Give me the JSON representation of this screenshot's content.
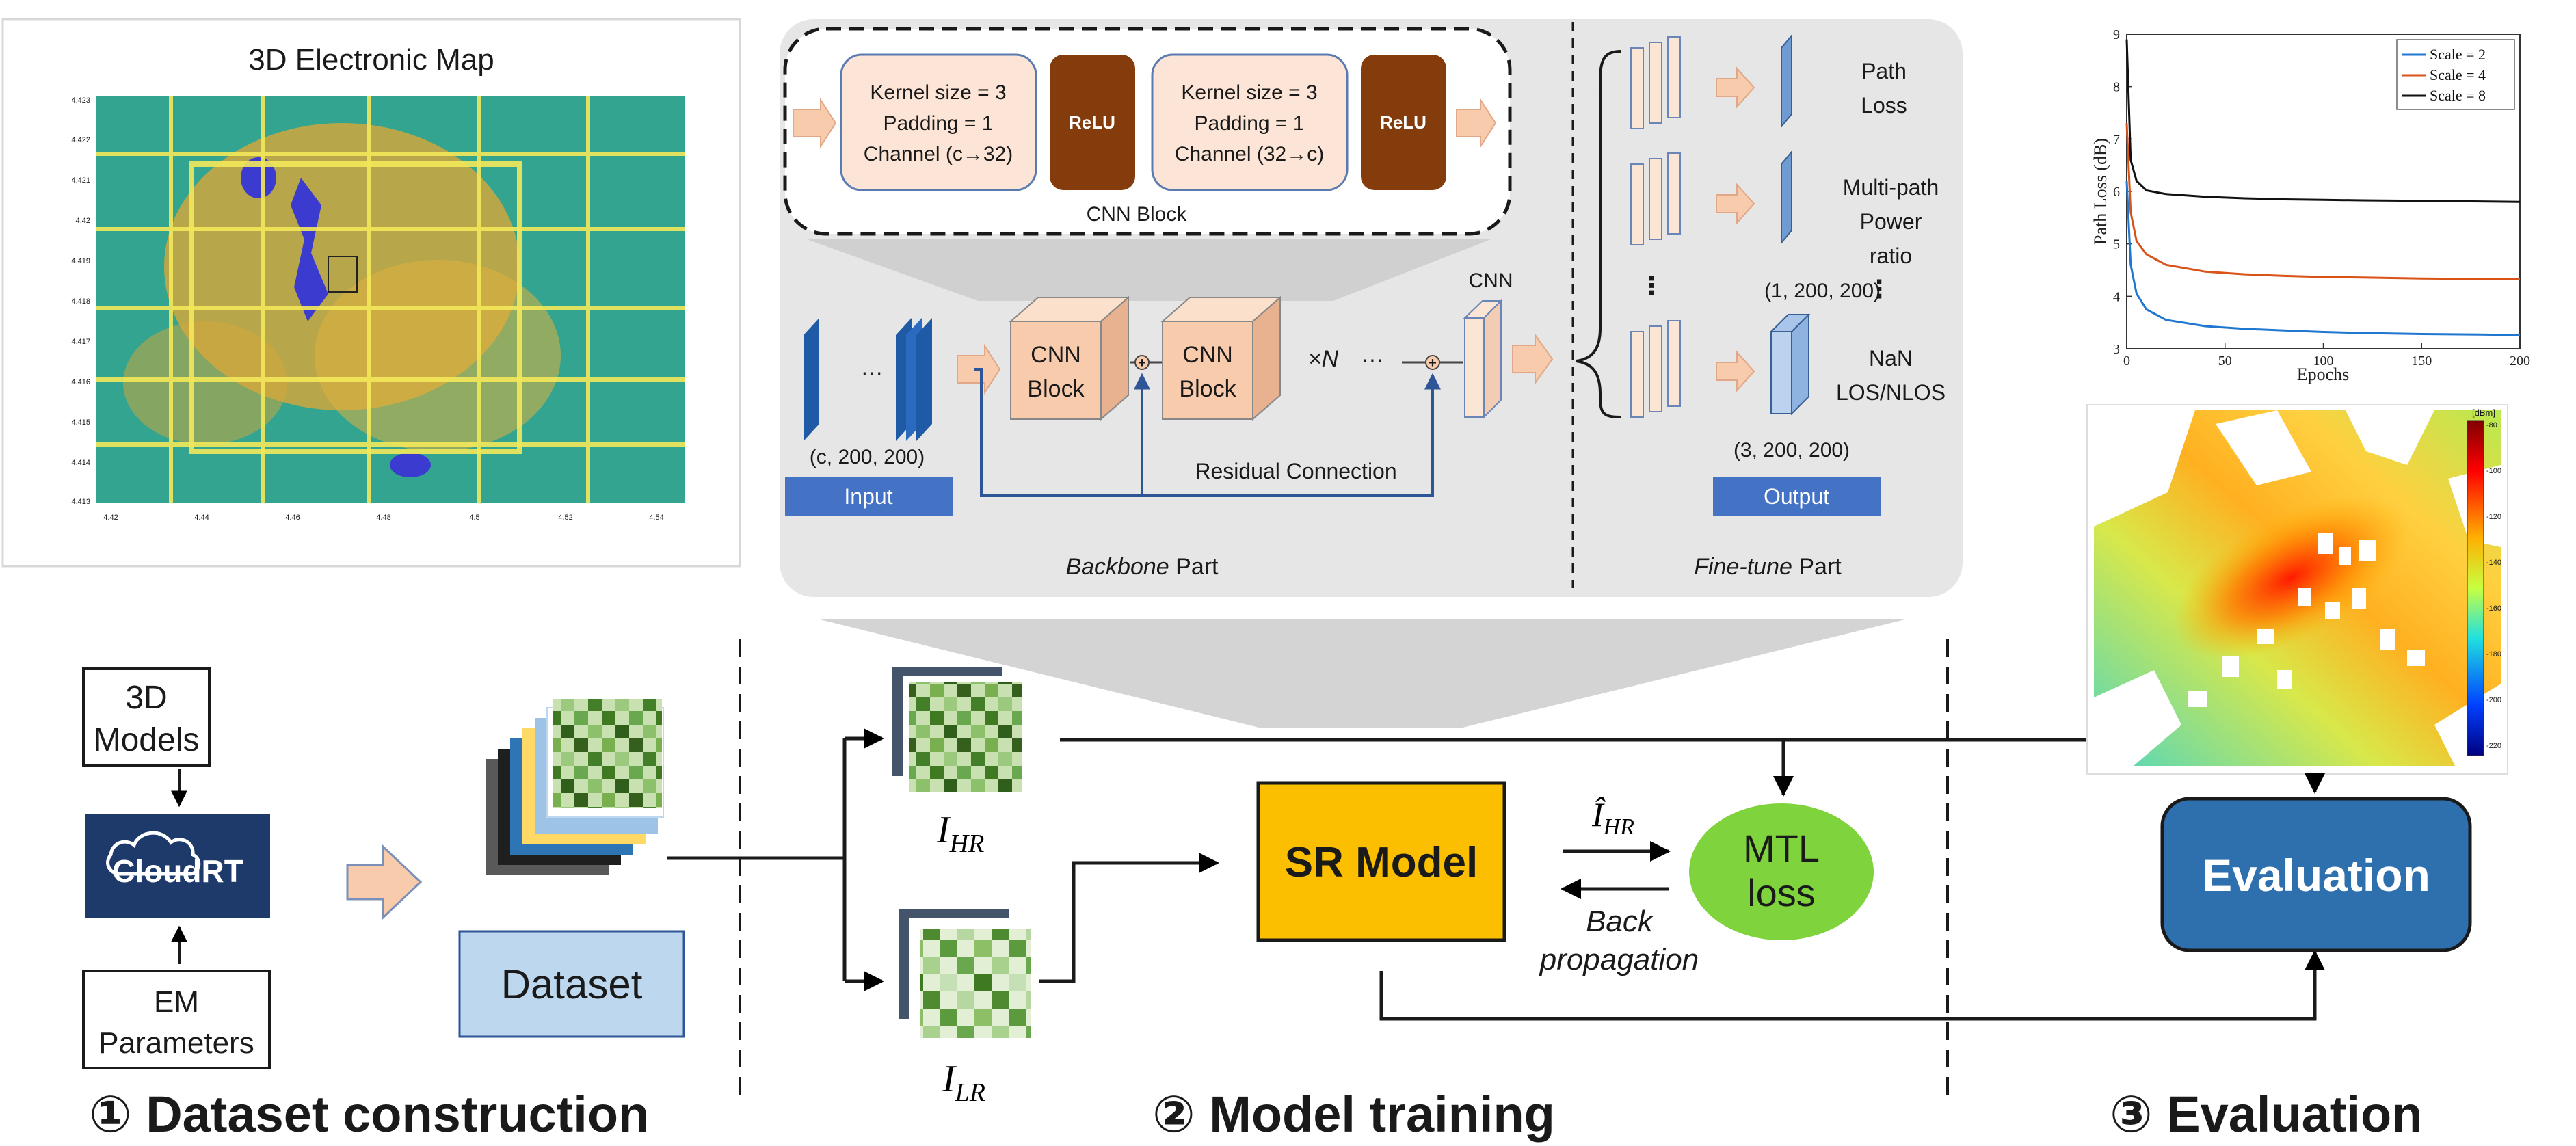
{
  "map_panel": {
    "title": "3D Electronic Map",
    "y_ticks": [
      "4.423",
      "4.422",
      "4.421",
      "4.42",
      "4.419",
      "4.418",
      "4.417",
      "4.416",
      "4.415",
      "4.414",
      "4.413"
    ],
    "x_ticks": [
      "4.42",
      "4.44",
      "4.46",
      "4.48",
      "4.5",
      "4.52",
      "4.54"
    ]
  },
  "architecture": {
    "cnn_block": {
      "conv1_kernel": "Kernel size = 3",
      "conv1_padding": "Padding = 1",
      "conv1_channel": "Channel (c→32)",
      "relu1": "ReLU",
      "conv2_kernel": "Kernel size = 3",
      "conv2_padding": "Padding = 1",
      "conv2_channel": "Channel (32→c)",
      "relu2": "ReLU",
      "label": "CNN Block"
    },
    "backbone": {
      "input_dims": "(c, 200, 200)",
      "input_label": "Input",
      "ellipsis": "···",
      "block1": [
        "CNN",
        "Block"
      ],
      "block2": [
        "CNN",
        "Block"
      ],
      "repeat": "×N",
      "repeat_ellipsis": "···",
      "plus": "+",
      "cnn_label": "CNN",
      "residual": "Residual Connection",
      "caption_ital": "Backbone",
      "caption_rest": " Part"
    },
    "finetune": {
      "task1": [
        "Path",
        "Loss"
      ],
      "task2": [
        "Multi-path",
        "Power",
        "ratio"
      ],
      "task3": [
        "NaN",
        "LOS/NLOS"
      ],
      "dims_mid": "(1, 200, 200)",
      "dims_out": "(3, 200, 200)",
      "vdots": "⋮",
      "output_label": "Output",
      "caption_ital": "Fine-tune",
      "caption_rest": " Part"
    }
  },
  "loss_chart": {
    "chart_data": {
      "type": "line",
      "xlabel": "Epochs",
      "ylabel": "Path Loss (dB)",
      "xlim": [
        0,
        200
      ],
      "ylim": [
        3,
        9
      ],
      "x_ticks": [
        "0",
        "50",
        "100",
        "150",
        "200"
      ],
      "y_ticks": [
        "3",
        "4",
        "5",
        "6",
        "7",
        "8",
        "9"
      ],
      "legend_position": "top-right",
      "series": [
        {
          "name": "Scale = 2",
          "color": "#1f77d0",
          "x": [
            0,
            2,
            5,
            10,
            20,
            40,
            60,
            80,
            100,
            120,
            150,
            180,
            200
          ],
          "values": [
            6.2,
            4.6,
            4.05,
            3.75,
            3.55,
            3.43,
            3.38,
            3.35,
            3.32,
            3.3,
            3.28,
            3.27,
            3.26
          ]
        },
        {
          "name": "Scale = 4",
          "color": "#d95319",
          "x": [
            0,
            2,
            5,
            10,
            20,
            40,
            60,
            80,
            100,
            120,
            150,
            180,
            200
          ],
          "values": [
            7.3,
            5.6,
            5.05,
            4.8,
            4.6,
            4.47,
            4.42,
            4.39,
            4.37,
            4.36,
            4.34,
            4.33,
            4.33
          ]
        },
        {
          "name": "Scale = 8",
          "color": "#111111",
          "x": [
            0,
            2,
            5,
            10,
            20,
            40,
            60,
            80,
            100,
            120,
            150,
            180,
            200
          ],
          "values": [
            8.9,
            6.6,
            6.2,
            6.02,
            5.95,
            5.9,
            5.87,
            5.85,
            5.84,
            5.83,
            5.82,
            5.81,
            5.8
          ]
        }
      ]
    }
  },
  "heatmap": {
    "unit": "[dBm]",
    "ticks": [
      "-80",
      "-100",
      "-120",
      "-140",
      "-160",
      "-180",
      "-200",
      "-220"
    ]
  },
  "pipeline": {
    "models": [
      "3D",
      "Models"
    ],
    "logo_text": "CloudRT",
    "em": [
      "EM",
      "Parameters"
    ],
    "dataset": "Dataset",
    "hr_symbol": "I",
    "hr_sub": "HR",
    "lr_symbol": "I",
    "lr_sub": "LR",
    "sr_model": "SR Model",
    "ihr_hat": "Î",
    "ihr_hat_sub": "HR",
    "back": [
      "Back",
      "propagation"
    ],
    "mtl": [
      "MTL",
      "loss"
    ],
    "evaluation": "Evaluation"
  },
  "stages": {
    "stage1": "① Dataset construction",
    "stage2": "② Model training",
    "stage3": "③ Evaluation"
  },
  "colors": {
    "sr_model": "#fbbf00",
    "mtl": "#7fd33c",
    "evaluation": "#2e6fad",
    "input_tag": "#4472c4",
    "dataset": "#bdd7ee",
    "cnn_cube": "#f8cbad",
    "relu": "#843c0c",
    "panel": "#e6e6e6",
    "logo": "#1e3a6b"
  }
}
